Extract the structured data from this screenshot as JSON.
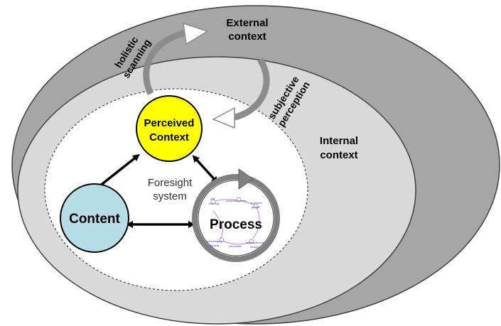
{
  "labels": {
    "external_line1": "External",
    "external_line2": "context",
    "internal_line1": "Internal",
    "internal_line2": "context",
    "holistic_line1": "holistic",
    "holistic_line2": "scanning",
    "subjective_line1": "subjective",
    "subjective_line2": "perception",
    "foresight_line1": "Foresight",
    "foresight_line2": "system",
    "perceived_line1": "Perceived",
    "perceived_line2": "Context",
    "content": "Content",
    "process": "Process",
    "mini_1": "slat",
    "mini_2": "learning",
    "mini_3": "competitiveness",
    "mini_4": "economic",
    "mini_5": "growth",
    "mini_6": "technological",
    "mini_7": "capacity",
    "mini_8": "innovation",
    "mini_9": "organisational",
    "mini_10": "design"
  },
  "colors": {
    "outer_fill": "#a6a6a6",
    "inner_fill": "#d9d9d9",
    "foresight_fill": "#ffffff",
    "perceived_fill": "#ffff00",
    "content_fill": "#b7dde8",
    "process_fill": "#ffffff",
    "arrow_gray": "#808080",
    "mini_text": "#4040c0",
    "mini_link": "#d080c0"
  }
}
